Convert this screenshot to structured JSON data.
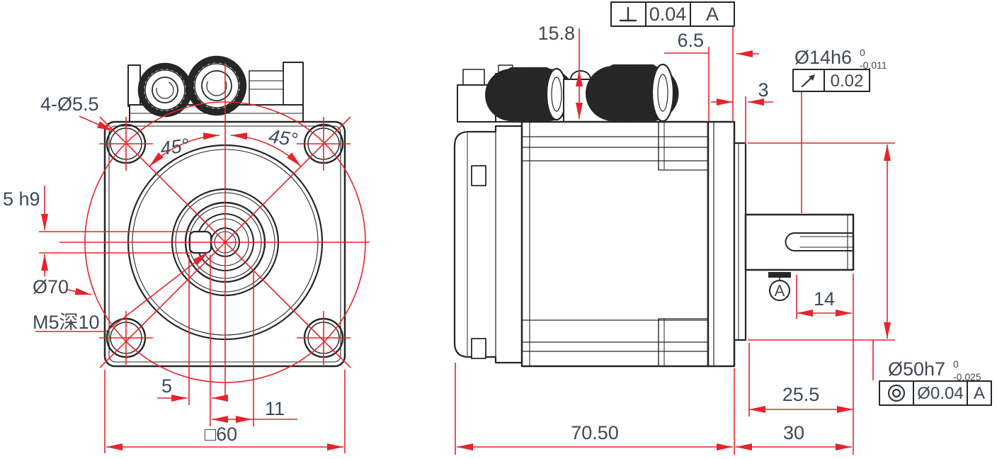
{
  "colors": {
    "line": "#262626",
    "red": "#e8232a",
    "text": "#3e4954"
  },
  "front_view": {
    "holes_label": "4-Ø5.5",
    "angle_left": "45°",
    "angle_right": "45°",
    "key_width": "5 h9",
    "bolt_circle": "Ø70",
    "tapped_hole": "M5深10",
    "key_offset": "5",
    "key_flat": "11",
    "flange_square": "□60"
  },
  "side_view": {
    "connector_height": "15.8",
    "flange_thickness": "6.5",
    "boss_protrusion": "3",
    "keyway_length": "14",
    "shaft_step": "25.5",
    "body_length": "70.50",
    "shaft_length": "30",
    "datum": "A"
  },
  "gdt": {
    "perpendicularity": {
      "symbol": "⊥",
      "tolerance": "0.04",
      "datum": "A"
    },
    "runout": {
      "symbol": "↗",
      "tolerance": "0.02"
    },
    "shaft_dia": {
      "nominal": "Ø14h6",
      "upper": "0",
      "lower": "-0.011"
    },
    "boss_dia": {
      "nominal": "Ø50h7",
      "upper": "0",
      "lower": "-0.025"
    },
    "concentricity": {
      "symbol": "◎",
      "tolerance": "Ø0.04",
      "datum": "A"
    }
  }
}
